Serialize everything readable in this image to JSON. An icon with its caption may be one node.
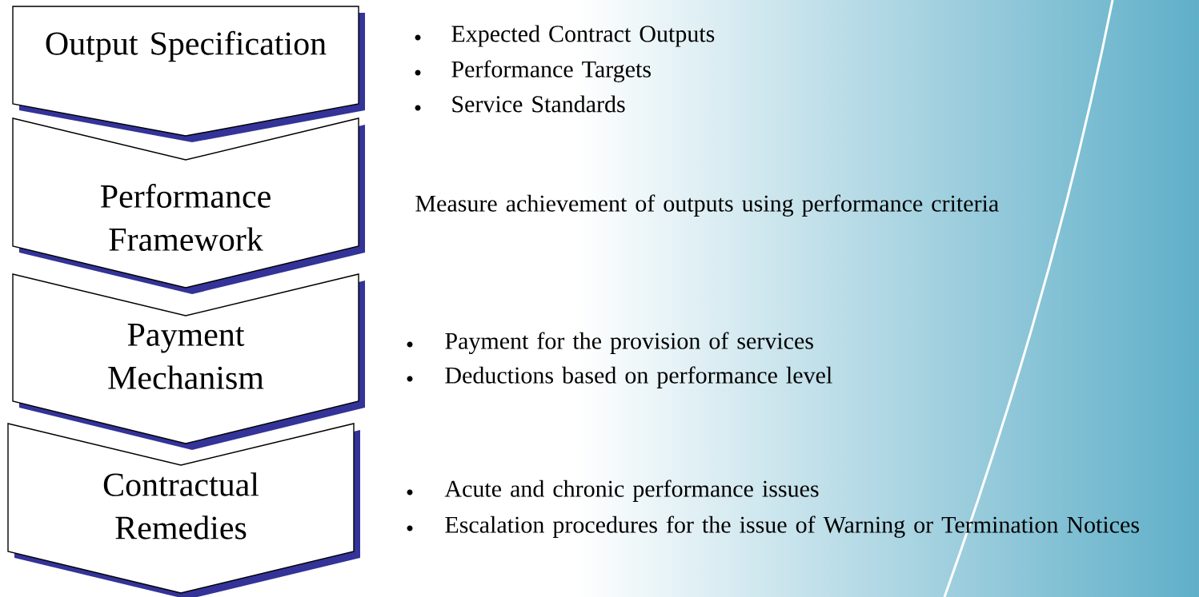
{
  "diagram": {
    "nodes": [
      {
        "text": [
          "Output Specification"
        ],
        "beside": [
          "Expected Contract Outputs",
          "Performance Targets",
          "Service Standards"
        ]
      },
      {
        "text": [
          "Performance Framework"
        ],
        "beside": [
          "Measure achievement of outputs using performance criteria"
        ]
      },
      {
        "text": [
          "Payment Mechanism"
        ],
        "beside": [
          "Payment for the provision of services",
          "Deductions based on performance level"
        ]
      },
      {
        "text": [
          "Contractual Remedies"
        ],
        "beside": [
          "Acute and chronic performance issues",
          "Escalation procedures for the issue of Warning or Termination Notices"
        ]
      }
    ]
  }
}
